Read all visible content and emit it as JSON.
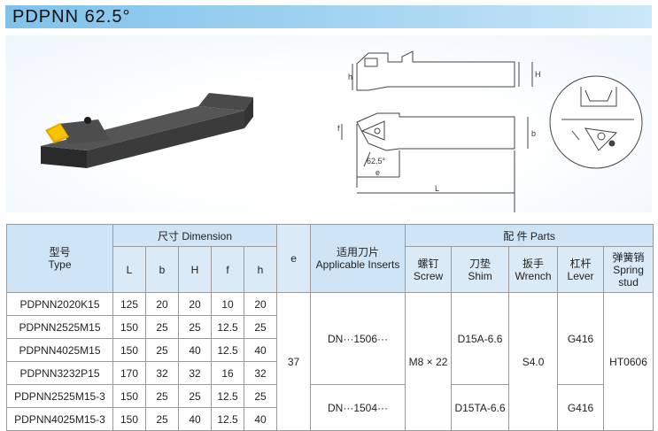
{
  "title": "PDPNN  62.5°",
  "drawing": {
    "angle_label": "62.5°",
    "dim_h": "h",
    "dim_H": "H",
    "dim_f": "f",
    "dim_b": "b",
    "dim_e": "e",
    "dim_L": "L"
  },
  "table": {
    "type_header_cn": "型号",
    "type_header_en": "Type",
    "dimension_header": "尺寸 Dimension",
    "dimension_cols": [
      "L",
      "b",
      "H",
      "f",
      "h",
      "e"
    ],
    "inserts_header_cn": "适用刀片",
    "inserts_header_en": "Applicable Inserts",
    "parts_header": "配  件  Parts",
    "parts_cols": [
      {
        "cn": "螺钉",
        "en": "Screw"
      },
      {
        "cn": "刀垫",
        "en": "Shim"
      },
      {
        "cn": "扳手",
        "en": "Wrench"
      },
      {
        "cn": "杠杆",
        "en": "Lever"
      },
      {
        "cn": "弹簧销",
        "en": "Spring",
        "en2": "stud"
      }
    ],
    "rows": [
      {
        "type": "PDPNN2020K15",
        "L": "125",
        "b": "20",
        "H": "20",
        "f": "10",
        "h": "20"
      },
      {
        "type": "PDPNN2525M15",
        "L": "150",
        "b": "25",
        "H": "25",
        "f": "12.5",
        "h": "25"
      },
      {
        "type": "PDPNN4025M15",
        "L": "150",
        "b": "25",
        "H": "40",
        "f": "12.5",
        "h": "40"
      },
      {
        "type": "PDPNN3232P15",
        "L": "170",
        "b": "32",
        "H": "32",
        "f": "16",
        "h": "32"
      },
      {
        "type": "PDPNN2525M15-3",
        "L": "150",
        "b": "25",
        "H": "25",
        "f": "12.5",
        "h": "25"
      },
      {
        "type": "PDPNN4025M15-3",
        "L": "150",
        "b": "25",
        "H": "40",
        "f": "12.5",
        "h": "40"
      }
    ],
    "e_value": "37",
    "insert_a": "DN···1506···",
    "insert_b": "DN···1504···",
    "screw": "M8 × 22",
    "shim_a": "D15A-6.6",
    "shim_b": "D15TA-6.6",
    "wrench": "S4.0",
    "lever_a": "G416",
    "lever_b": "G416",
    "spring_stud": "HT0606"
  }
}
